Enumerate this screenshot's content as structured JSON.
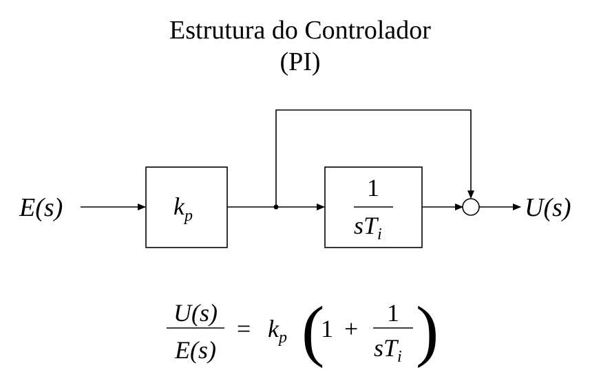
{
  "title": {
    "line1": "Estrutura do Controlador",
    "line2": "(PI)"
  },
  "signals": {
    "input": "E(s)",
    "output": "U(s)"
  },
  "blocks": {
    "proportional": {
      "symbol": "k",
      "subscript": "p"
    },
    "integral": {
      "numerator": "1",
      "denominator": "sT",
      "denominator_subscript": "i"
    }
  },
  "equation": {
    "lhs_numerator": "U(s)",
    "lhs_denominator": "E(s)",
    "equals": "=",
    "gain": "k",
    "gain_subscript": "p",
    "open_paren": "(",
    "one": "1",
    "plus": "+",
    "frac_numerator": "1",
    "frac_denominator": "sT",
    "frac_denominator_subscript": "i",
    "close_paren": ")"
  }
}
